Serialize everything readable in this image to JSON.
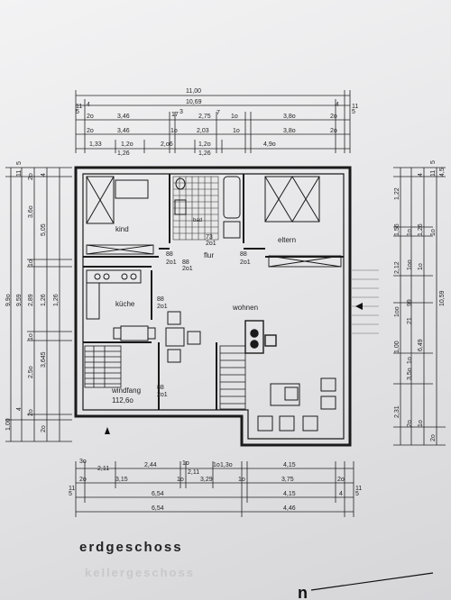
{
  "plan": {
    "title": "erdgeschoss",
    "ghost_text": "kellergeschoss",
    "corner_mark": "n",
    "rooms": {
      "kind": "kind",
      "eltern": "eltern",
      "flur": "flur",
      "kueche": "küche",
      "wohnen": "wohnen",
      "windfang": "windfang",
      "windfang_area": "112,6o",
      "bad": "bad"
    },
    "openings": {
      "door_kind": "88",
      "door_kind_h": "2o1",
      "door_flur_a": "88",
      "door_flur_a_h": "2o1",
      "door_eltern": "88",
      "door_eltern_h": "2o1",
      "door_kueche": "88",
      "door_kueche_h": "2o1",
      "door_wind": "88",
      "door_wind_h": "2o1",
      "door_bad": "73",
      "door_bad_h": "2o1"
    },
    "top_dims": {
      "overall": "11,00",
      "inner": "10,69",
      "end_left": "4",
      "end_right": "4",
      "pre_left": "11",
      "pre_left2": "5",
      "pre_right": "11",
      "pre_right2": "5",
      "row1": [
        "2o",
        "3,46",
        "17",
        "3",
        "2,75",
        "7",
        "1o",
        "3,8o",
        "2o"
      ],
      "row2": [
        "2o",
        "3,46",
        "1o",
        "2,03",
        "1o",
        "3,8o",
        "2o"
      ],
      "row3": [
        "1,33",
        "1,2o",
        "2,o6",
        "1,2o",
        "4,9o"
      ],
      "row3b": [
        "1,26",
        "1,26"
      ]
    },
    "bottom_dims": {
      "row1": [
        "3o",
        "2,11",
        "2,44",
        "1o",
        "2,11",
        "1o",
        "1,3o",
        "4,15"
      ],
      "row2": [
        "2o",
        "3,15",
        "1o",
        "3,29",
        "1o",
        "3,75",
        "2o"
      ],
      "row3": [
        "6,54",
        "4,15"
      ],
      "row4": [
        "6,54",
        "4,46"
      ],
      "marks": [
        "11",
        "5",
        "4",
        "11",
        "5"
      ]
    },
    "left_dims": {
      "outer": [
        "9,9o",
        "9,59"
      ],
      "col": [
        "5,05",
        "3,6o",
        "1o",
        "2,89",
        "1,26",
        "1,26",
        "3,645",
        "1o",
        "2,5o",
        "2o",
        "1,00",
        "4"
      ],
      "marks": [
        "11",
        "5",
        "4",
        "2o",
        "2o"
      ]
    },
    "right_dims": {
      "outer": [
        "10,59",
        "4,5"
      ],
      "col": [
        "1,22",
        "1,56",
        "1o",
        "1,26",
        "1o",
        "2,12",
        "1oo",
        "1o",
        "1oo",
        "99",
        "21",
        "1,00",
        "6,49",
        "1o",
        "3,5o",
        "2,31",
        "2o",
        "1o",
        "2o"
      ],
      "marks": [
        "11",
        "5",
        "4"
      ]
    }
  }
}
